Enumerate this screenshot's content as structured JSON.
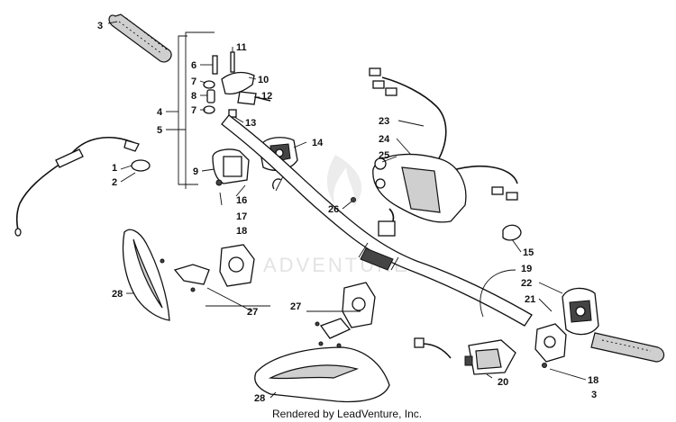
{
  "diagram": {
    "watermark": "ADVENTURE",
    "credit": "Rendered by LeadVenture, Inc.",
    "callouts": {
      "c1": "1",
      "c2": "2",
      "c3a": "3",
      "c3b": "3",
      "c4": "4",
      "c5": "5",
      "c6": "6",
      "c7a": "7",
      "c7b": "7",
      "c8": "8",
      "c9": "9",
      "c10": "10",
      "c11": "11",
      "c12": "12",
      "c13": "13",
      "c14": "14",
      "c15": "15",
      "c16": "16",
      "c17": "17",
      "c18a": "18",
      "c18b": "18",
      "c19": "19",
      "c20": "20",
      "c21": "21",
      "c22": "22",
      "c23": "23",
      "c24": "24",
      "c25": "25",
      "c26": "26",
      "c27a": "27",
      "c27b": "27",
      "c28a": "28",
      "c28b": "28"
    }
  }
}
